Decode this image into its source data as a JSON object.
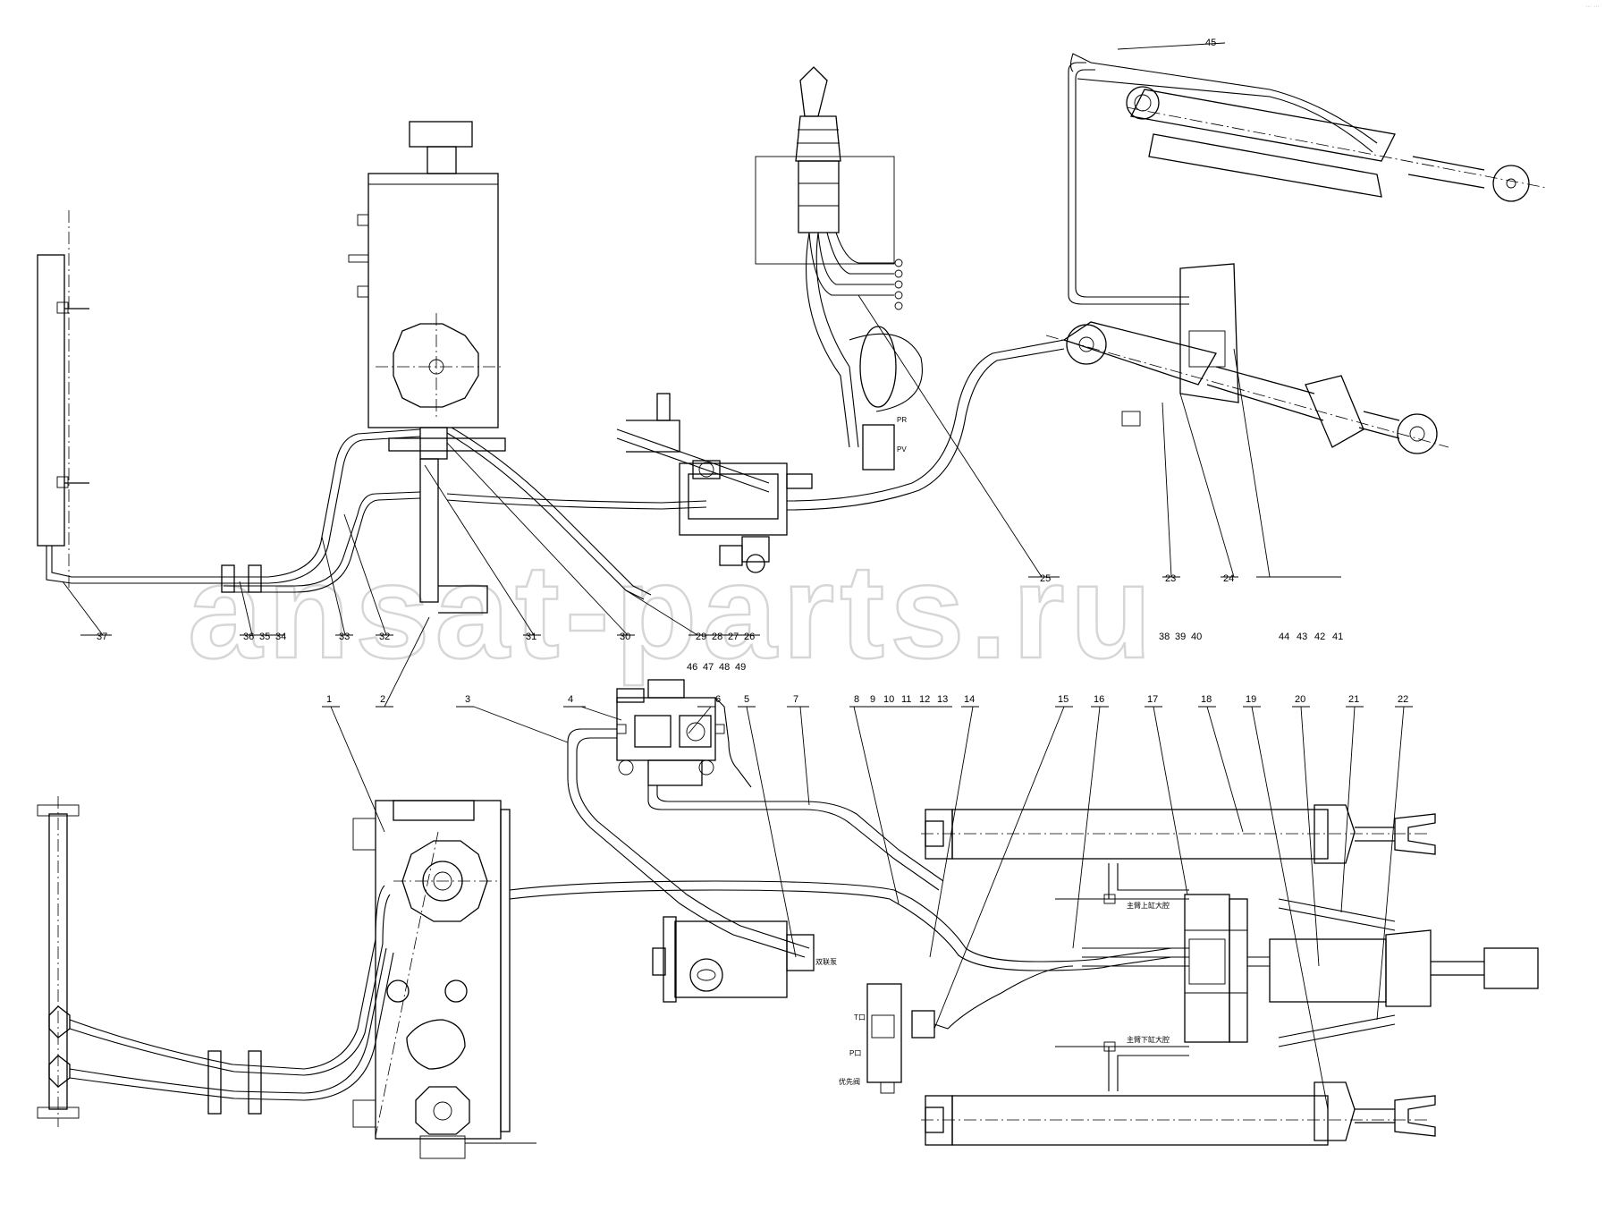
{
  "watermark": "ansat-parts.ru",
  "corner_mark": "··· ···",
  "callouts": [
    {
      "id": "c1",
      "text": "1"
    },
    {
      "id": "c2",
      "text": "2"
    },
    {
      "id": "c3",
      "text": "3"
    },
    {
      "id": "c4",
      "text": "4"
    },
    {
      "id": "c5",
      "text": "5"
    },
    {
      "id": "c6",
      "text": "6"
    },
    {
      "id": "c7",
      "text": "7"
    },
    {
      "id": "c8",
      "text": "8"
    },
    {
      "id": "c9",
      "text": "9"
    },
    {
      "id": "c10",
      "text": "10"
    },
    {
      "id": "c11",
      "text": "11"
    },
    {
      "id": "c12",
      "text": "12"
    },
    {
      "id": "c13",
      "text": "13"
    },
    {
      "id": "c14",
      "text": "14"
    },
    {
      "id": "c15",
      "text": "15"
    },
    {
      "id": "c16",
      "text": "16"
    },
    {
      "id": "c17",
      "text": "17"
    },
    {
      "id": "c18",
      "text": "18"
    },
    {
      "id": "c19",
      "text": "19"
    },
    {
      "id": "c20",
      "text": "20"
    },
    {
      "id": "c21",
      "text": "21"
    },
    {
      "id": "c22",
      "text": "22"
    },
    {
      "id": "c23",
      "text": "23"
    },
    {
      "id": "c24",
      "text": "24"
    },
    {
      "id": "c25",
      "text": "25"
    },
    {
      "id": "c26",
      "text": "26"
    },
    {
      "id": "c27",
      "text": "27"
    },
    {
      "id": "c28",
      "text": "28"
    },
    {
      "id": "c29",
      "text": "29"
    },
    {
      "id": "c30",
      "text": "30"
    },
    {
      "id": "c31",
      "text": "31"
    },
    {
      "id": "c32",
      "text": "32"
    },
    {
      "id": "c33",
      "text": "33"
    },
    {
      "id": "c34",
      "text": "34"
    },
    {
      "id": "c35",
      "text": "35"
    },
    {
      "id": "c36",
      "text": "36"
    },
    {
      "id": "c37",
      "text": "37"
    },
    {
      "id": "c38",
      "text": "38"
    },
    {
      "id": "c39",
      "text": "39"
    },
    {
      "id": "c40",
      "text": "40"
    },
    {
      "id": "c41",
      "text": "41"
    },
    {
      "id": "c42",
      "text": "42"
    },
    {
      "id": "c43",
      "text": "43"
    },
    {
      "id": "c44",
      "text": "44"
    },
    {
      "id": "c45",
      "text": "45"
    },
    {
      "id": "c46",
      "text": "46"
    },
    {
      "id": "c47",
      "text": "47"
    },
    {
      "id": "c48",
      "text": "48"
    },
    {
      "id": "c49",
      "text": "49"
    }
  ],
  "port_labels": {
    "pr": "PR",
    "pv": "PV",
    "t_port": "T口",
    "p_port": "P口",
    "priority_valve": "优先阀",
    "main_big": "主臂上缸大腔",
    "main_small": "主臂下缸大腔",
    "pump_note": "双联泵"
  }
}
